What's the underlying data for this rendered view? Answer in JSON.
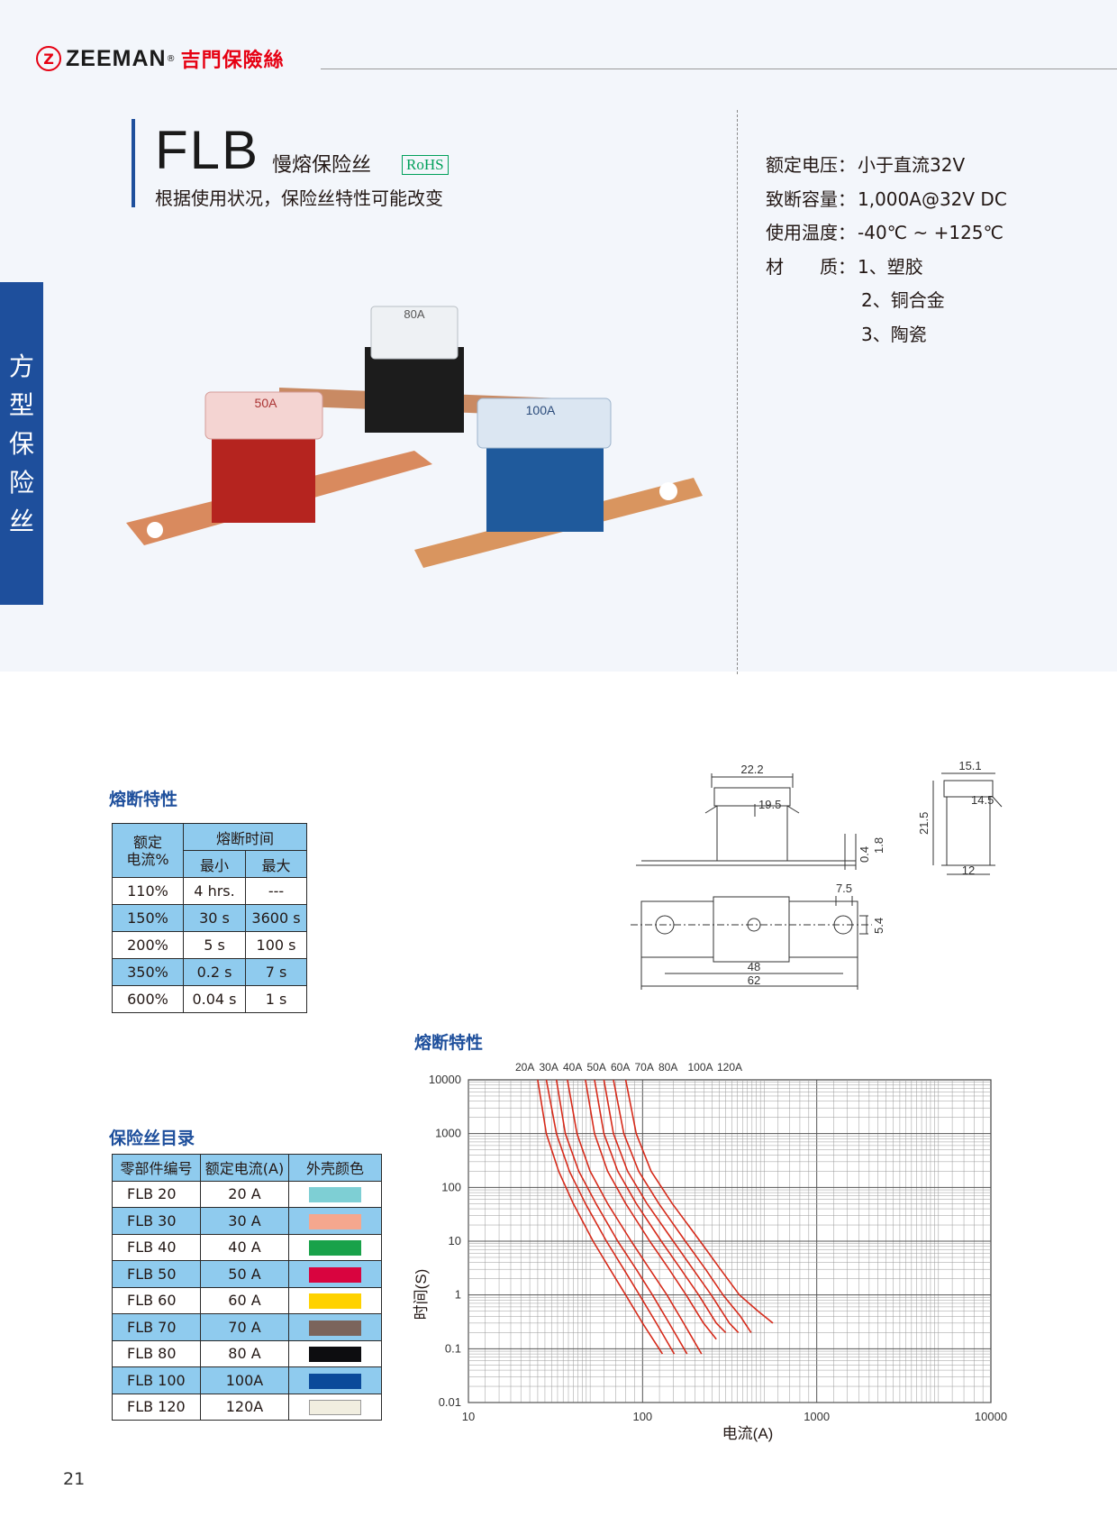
{
  "header": {
    "logo_mark": "Z",
    "brand_en": "ZEEMAN",
    "brand_reg": "®",
    "brand_cn": "吉門保險絲"
  },
  "title": {
    "model": "FLB",
    "subtitle": "慢熔保险丝",
    "badge": "RoHS",
    "note": "根据使用状况，保险丝特性可能改变"
  },
  "specs": [
    {
      "k": "额定电压：",
      "v": "小于直流32V"
    },
    {
      "k": "致断容量：",
      "v": "1,000A@32V DC"
    },
    {
      "k": "使用温度：",
      "v": "-40℃ ~ +125℃"
    },
    {
      "k": "材　　质：",
      "v": "1、塑胶"
    },
    {
      "k": "",
      "v": "2、铜合金"
    },
    {
      "k": "",
      "v": "3、陶瓷"
    }
  ],
  "side_tab": [
    "方",
    "型",
    "保",
    "险",
    "丝"
  ],
  "photo_labels": {
    "black": "80A",
    "red": "50A",
    "blue": "100A"
  },
  "colors": {
    "brand_blue": "#1e4f9c",
    "table_blue": "#8fcbee",
    "curve": "#d62a1a",
    "brand_red": "#e60012"
  },
  "fuse_table": {
    "label": "熔断特性",
    "col_rated": "额定\n电流%",
    "col_time": "熔断时间",
    "col_min": "最小",
    "col_max": "最大",
    "rows": [
      {
        "rated": "110%",
        "min": "4 hrs.",
        "max": "---"
      },
      {
        "rated": "150%",
        "min": "30 s",
        "max": "3600 s"
      },
      {
        "rated": "200%",
        "min": "5 s",
        "max": "100 s"
      },
      {
        "rated": "350%",
        "min": "0.2 s",
        "max": "7 s"
      },
      {
        "rated": "600%",
        "min": "0.04 s",
        "max": "1 s"
      }
    ]
  },
  "catalog": {
    "label": "保险丝目录",
    "headers": [
      "零部件编号",
      "额定电流(A)",
      "外壳颜色"
    ],
    "rows": [
      {
        "part": "FLB 20",
        "current": "20 A",
        "color": "#7ecfd4"
      },
      {
        "part": "FLB 30",
        "current": "30 A",
        "color": "#f5a78e"
      },
      {
        "part": "FLB 40",
        "current": "40 A",
        "color": "#19a24a"
      },
      {
        "part": "FLB 50",
        "current": "50 A",
        "color": "#d9043f"
      },
      {
        "part": "FLB 60",
        "current": "60 A",
        "color": "#ffd200"
      },
      {
        "part": "FLB 70",
        "current": "70 A",
        "color": "#7b645b"
      },
      {
        "part": "FLB 80",
        "current": "80 A",
        "color": "#0d0d10"
      },
      {
        "part": "FLB 100",
        "current": "100A",
        "color": "#0b4a9a"
      },
      {
        "part": "FLB 120",
        "current": "120A",
        "color": "#f1eee0"
      }
    ]
  },
  "dims": {
    "w_top": "22.2",
    "w_inner": "19.5",
    "t1": "0.4",
    "t2": "1.8",
    "side_w": "15.1",
    "side_inner": "14.5",
    "side_h": "21.5",
    "side_base": "12",
    "hole_gap": "7.5",
    "hole_d": "5.4",
    "span_inner": "48",
    "span_total": "62"
  },
  "chart_data": {
    "type": "line",
    "title": "熔断特性",
    "xlabel": "电流(A)",
    "ylabel": "时间(S)",
    "xscale": "log",
    "yscale": "log",
    "xlim": [
      10,
      10000
    ],
    "ylim": [
      0.01,
      10000
    ],
    "xticks": [
      "10",
      "100",
      "1000",
      "10000"
    ],
    "yticks": [
      "0.01",
      "0.1",
      "1",
      "10",
      "100",
      "1000",
      "10000"
    ],
    "grid": true,
    "series": [
      {
        "name": "20A",
        "x": [
          25,
          28,
          33,
          40,
          52,
          65,
          80,
          100,
          130
        ],
        "y": [
          10000,
          1000,
          200,
          50,
          10,
          3,
          1,
          0.3,
          0.08
        ]
      },
      {
        "name": "30A",
        "x": [
          28,
          32,
          38,
          47,
          62,
          78,
          96,
          120,
          152
        ],
        "y": [
          10000,
          1000,
          200,
          50,
          10,
          3,
          1,
          0.3,
          0.08
        ]
      },
      {
        "name": "40A",
        "x": [
          32,
          36,
          43,
          54,
          72,
          92,
          114,
          142,
          180
        ],
        "y": [
          10000,
          1000,
          200,
          50,
          10,
          3,
          1,
          0.3,
          0.08
        ]
      },
      {
        "name": "50A",
        "x": [
          37,
          42,
          50,
          63,
          86,
          110,
          138,
          172,
          218
        ],
        "y": [
          10000,
          1000,
          200,
          50,
          10,
          3,
          1,
          0.3,
          0.08
        ]
      },
      {
        "name": "60A",
        "x": [
          47,
          53,
          63,
          80,
          110,
          142,
          178,
          224,
          265
        ],
        "y": [
          10000,
          1000,
          200,
          50,
          10,
          3,
          1,
          0.3,
          0.15
        ]
      },
      {
        "name": "70A",
        "x": [
          53,
          60,
          72,
          92,
          128,
          166,
          210,
          265,
          300
        ],
        "y": [
          10000,
          1000,
          200,
          50,
          10,
          3,
          1,
          0.3,
          0.2
        ]
      },
      {
        "name": "80A",
        "x": [
          60,
          68,
          82,
          106,
          150,
          195,
          248,
          315,
          355
        ],
        "y": [
          10000,
          1000,
          200,
          50,
          10,
          3,
          1,
          0.3,
          0.2
        ]
      },
      {
        "name": "100A",
        "x": [
          68,
          78,
          95,
          124,
          176,
          230,
          290,
          365,
          420
        ],
        "y": [
          10000,
          1000,
          200,
          50,
          10,
          3,
          1,
          0.4,
          0.2
        ]
      },
      {
        "name": "120A",
        "x": [
          80,
          92,
          112,
          148,
          214,
          280,
          360,
          460,
          560
        ],
        "y": [
          10000,
          1000,
          200,
          50,
          10,
          3,
          1,
          0.5,
          0.3
        ]
      }
    ]
  },
  "page_number": "21"
}
